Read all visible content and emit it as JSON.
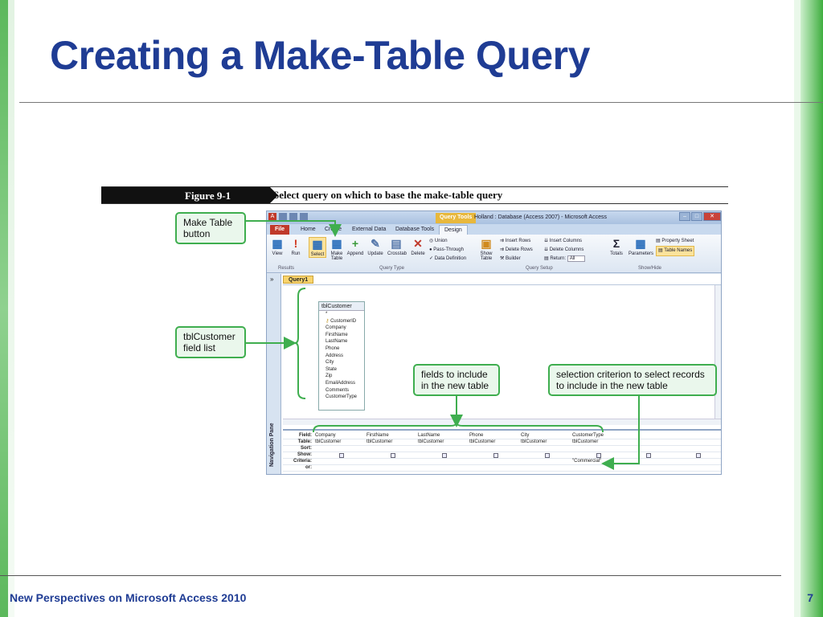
{
  "slide": {
    "title": "Creating a Make-Table Query",
    "footer": "New Perspectives on Microsoft Access 2010",
    "page_number": "7"
  },
  "figure": {
    "label": "Figure 9-1",
    "caption": "Select query on which to base the make-table query"
  },
  "app": {
    "context_tab": "Query Tools",
    "window_title": "Holland : Database (Access 2007) - Microsoft Access",
    "tabs": [
      "File",
      "Home",
      "Create",
      "External Data",
      "Database Tools",
      "Design"
    ],
    "ribbon": {
      "view": "View",
      "run": "Run",
      "select": "Select",
      "make_table": "Make Table",
      "append": "Append",
      "update": "Update",
      "crosstab": "Crosstab",
      "delete": "Delete",
      "union": "Union",
      "pass_through": "Pass-Through",
      "data_definition": "Data Definition",
      "show_table": "Show Table",
      "insert_rows": "Insert Rows",
      "delete_rows": "Delete Rows",
      "builder": "Builder",
      "insert_columns": "Insert Columns",
      "delete_columns": "Delete Columns",
      "return_label": "Return:",
      "return_value": "All",
      "totals": "Totals",
      "parameters": "Parameters",
      "property_sheet": "Property Sheet",
      "table_names": "Table Names",
      "groups": [
        "Results",
        "Query Type",
        "Query Setup",
        "Show/Hide"
      ]
    },
    "nav_pane": "Navigation Pane",
    "doc_tab": "Query1",
    "field_list": {
      "title": "tblCustomer",
      "items": [
        "*",
        "CustomerID",
        "Company",
        "FirstName",
        "LastName",
        "Phone",
        "Address",
        "City",
        "State",
        "Zip",
        "EmailAddress",
        "Comments",
        "CustomerType"
      ]
    },
    "grid": {
      "row_labels": [
        "Field:",
        "Table:",
        "Sort:",
        "Show:",
        "Criteria:",
        "or:"
      ],
      "fields": [
        "Company",
        "FirstName",
        "LastName",
        "Phone",
        "City",
        "CustomerType"
      ],
      "table": "tblCustomer",
      "criteria": "\"Commercial\""
    }
  },
  "callouts": {
    "make_table": "Make Table button",
    "field_list": "tblCustomer field list",
    "fields": "fields to include in the new table",
    "criterion": "selection criterion to select records to include in the new table"
  }
}
